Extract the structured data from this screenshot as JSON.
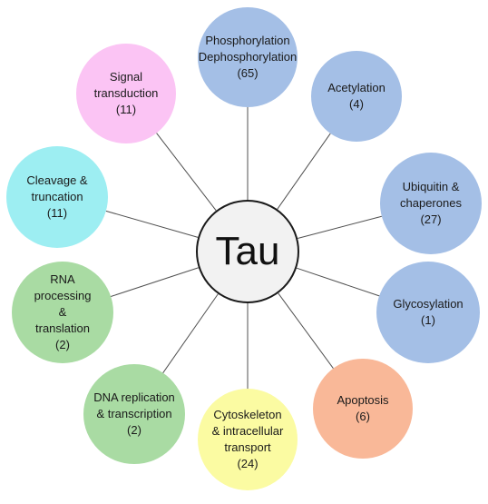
{
  "center": {
    "label": "Tau"
  },
  "colors": {
    "blue": "#a4bfe6",
    "orange": "#f9b898",
    "yellow": "#fbfba2",
    "green": "#a9dba3",
    "cyan": "#9deef2",
    "pink": "#fbc4f4",
    "spoke": "#505050"
  },
  "nodes": [
    {
      "id": "phosphorylation",
      "lines": [
        "Phosphorylation",
        "Dephosphorylation",
        "(65)"
      ],
      "color": "#a4bfe6"
    },
    {
      "id": "acetylation",
      "lines": [
        "Acetylation",
        "(4)"
      ],
      "color": "#a4bfe6"
    },
    {
      "id": "ubiquitin",
      "lines": [
        "Ubiquitin &",
        "chaperones",
        "(27)"
      ],
      "color": "#a4bfe6"
    },
    {
      "id": "glycosylation",
      "lines": [
        "Glycosylation",
        "(1)"
      ],
      "color": "#a4bfe6"
    },
    {
      "id": "apoptosis",
      "lines": [
        "Apoptosis",
        "(6)"
      ],
      "color": "#f9b898"
    },
    {
      "id": "cytoskeleton",
      "lines": [
        "Cytoskeleton",
        "& intracellular",
        "transport",
        "(24)"
      ],
      "color": "#fbfba2"
    },
    {
      "id": "dna-replication",
      "lines": [
        "DNA replication",
        "& transcription",
        "(2)"
      ],
      "color": "#a9dba3"
    },
    {
      "id": "rna-processing",
      "lines": [
        "RNA",
        "processing",
        "&",
        "translation",
        "(2)"
      ],
      "color": "#a9dba3"
    },
    {
      "id": "cleavage",
      "lines": [
        "Cleavage &",
        "truncation",
        "(11)"
      ],
      "color": "#9deef2"
    },
    {
      "id": "signal-transduction",
      "lines": [
        "Signal",
        "transduction",
        "(11)"
      ],
      "color": "#fbc4f4"
    }
  ]
}
